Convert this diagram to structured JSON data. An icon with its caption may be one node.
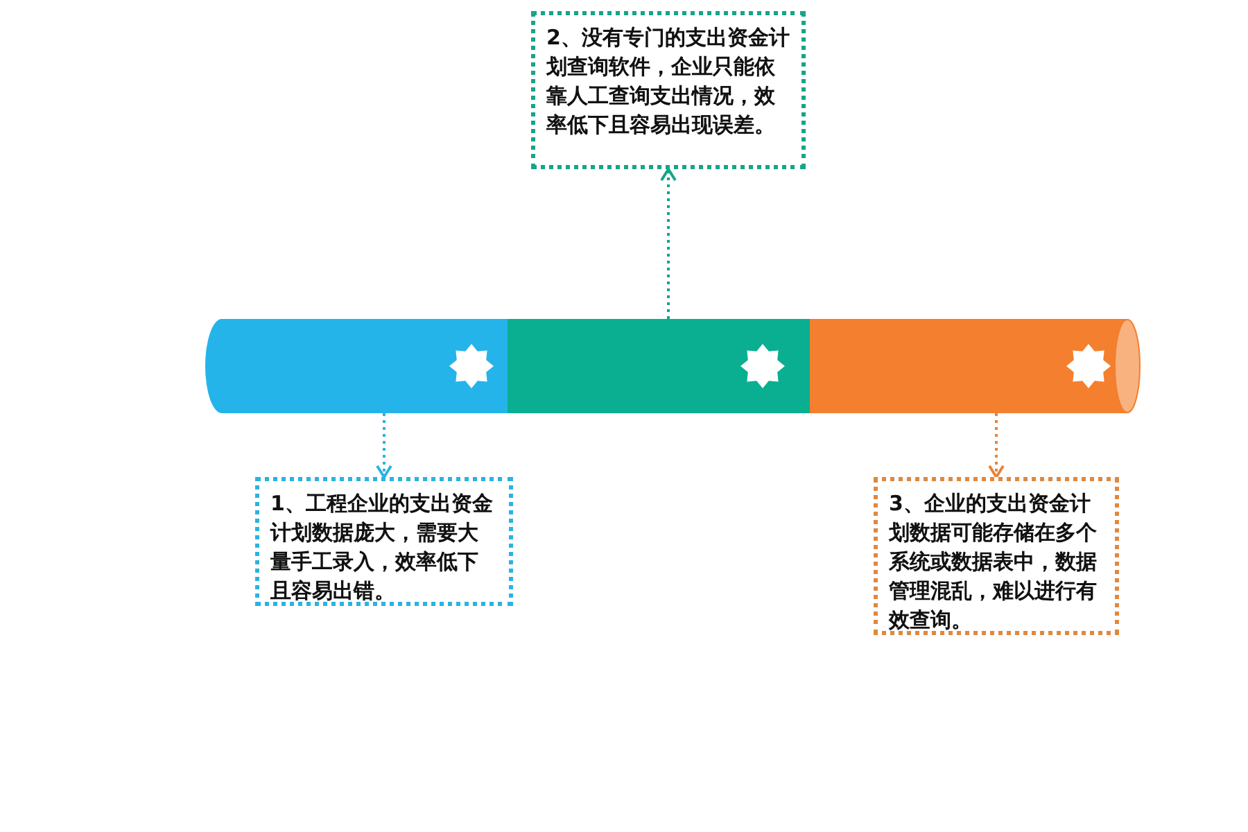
{
  "diagram": {
    "nodes": [
      {
        "text": [
          "2、没有专门的支出资金计划查询软件，企业只能依靠人工查询支出情况，效率低下且容易出现误差。"
        ]
      },
      {
        "text": [],
        "shape": "bar"
      },
      {
        "text": [],
        "shape": "bar"
      },
      {
        "text": [],
        "shape": "bar"
      },
      {
        "text": [
          "1、工程企业的支出资金计划数据庞大，需要大量手工录入，效率低下且容易出错。"
        ]
      },
      {
        "text": [
          "3、企业的支出资金计划数据可能存储在多个系统或数据表中，数据管理混乱，难以进行有效查询。"
        ]
      }
    ],
    "edges": [
      {
        "from": 1,
        "to": 4,
        "arrow": "to",
        "style": "dashed",
        "color": "#2bb3e0"
      },
      {
        "from": 2,
        "to": 0,
        "arrow": "to",
        "style": "dashed",
        "color": "#14a58a"
      },
      {
        "from": 3,
        "to": 5,
        "arrow": "to",
        "style": "dashed",
        "color": "#e8823a"
      }
    ]
  }
}
